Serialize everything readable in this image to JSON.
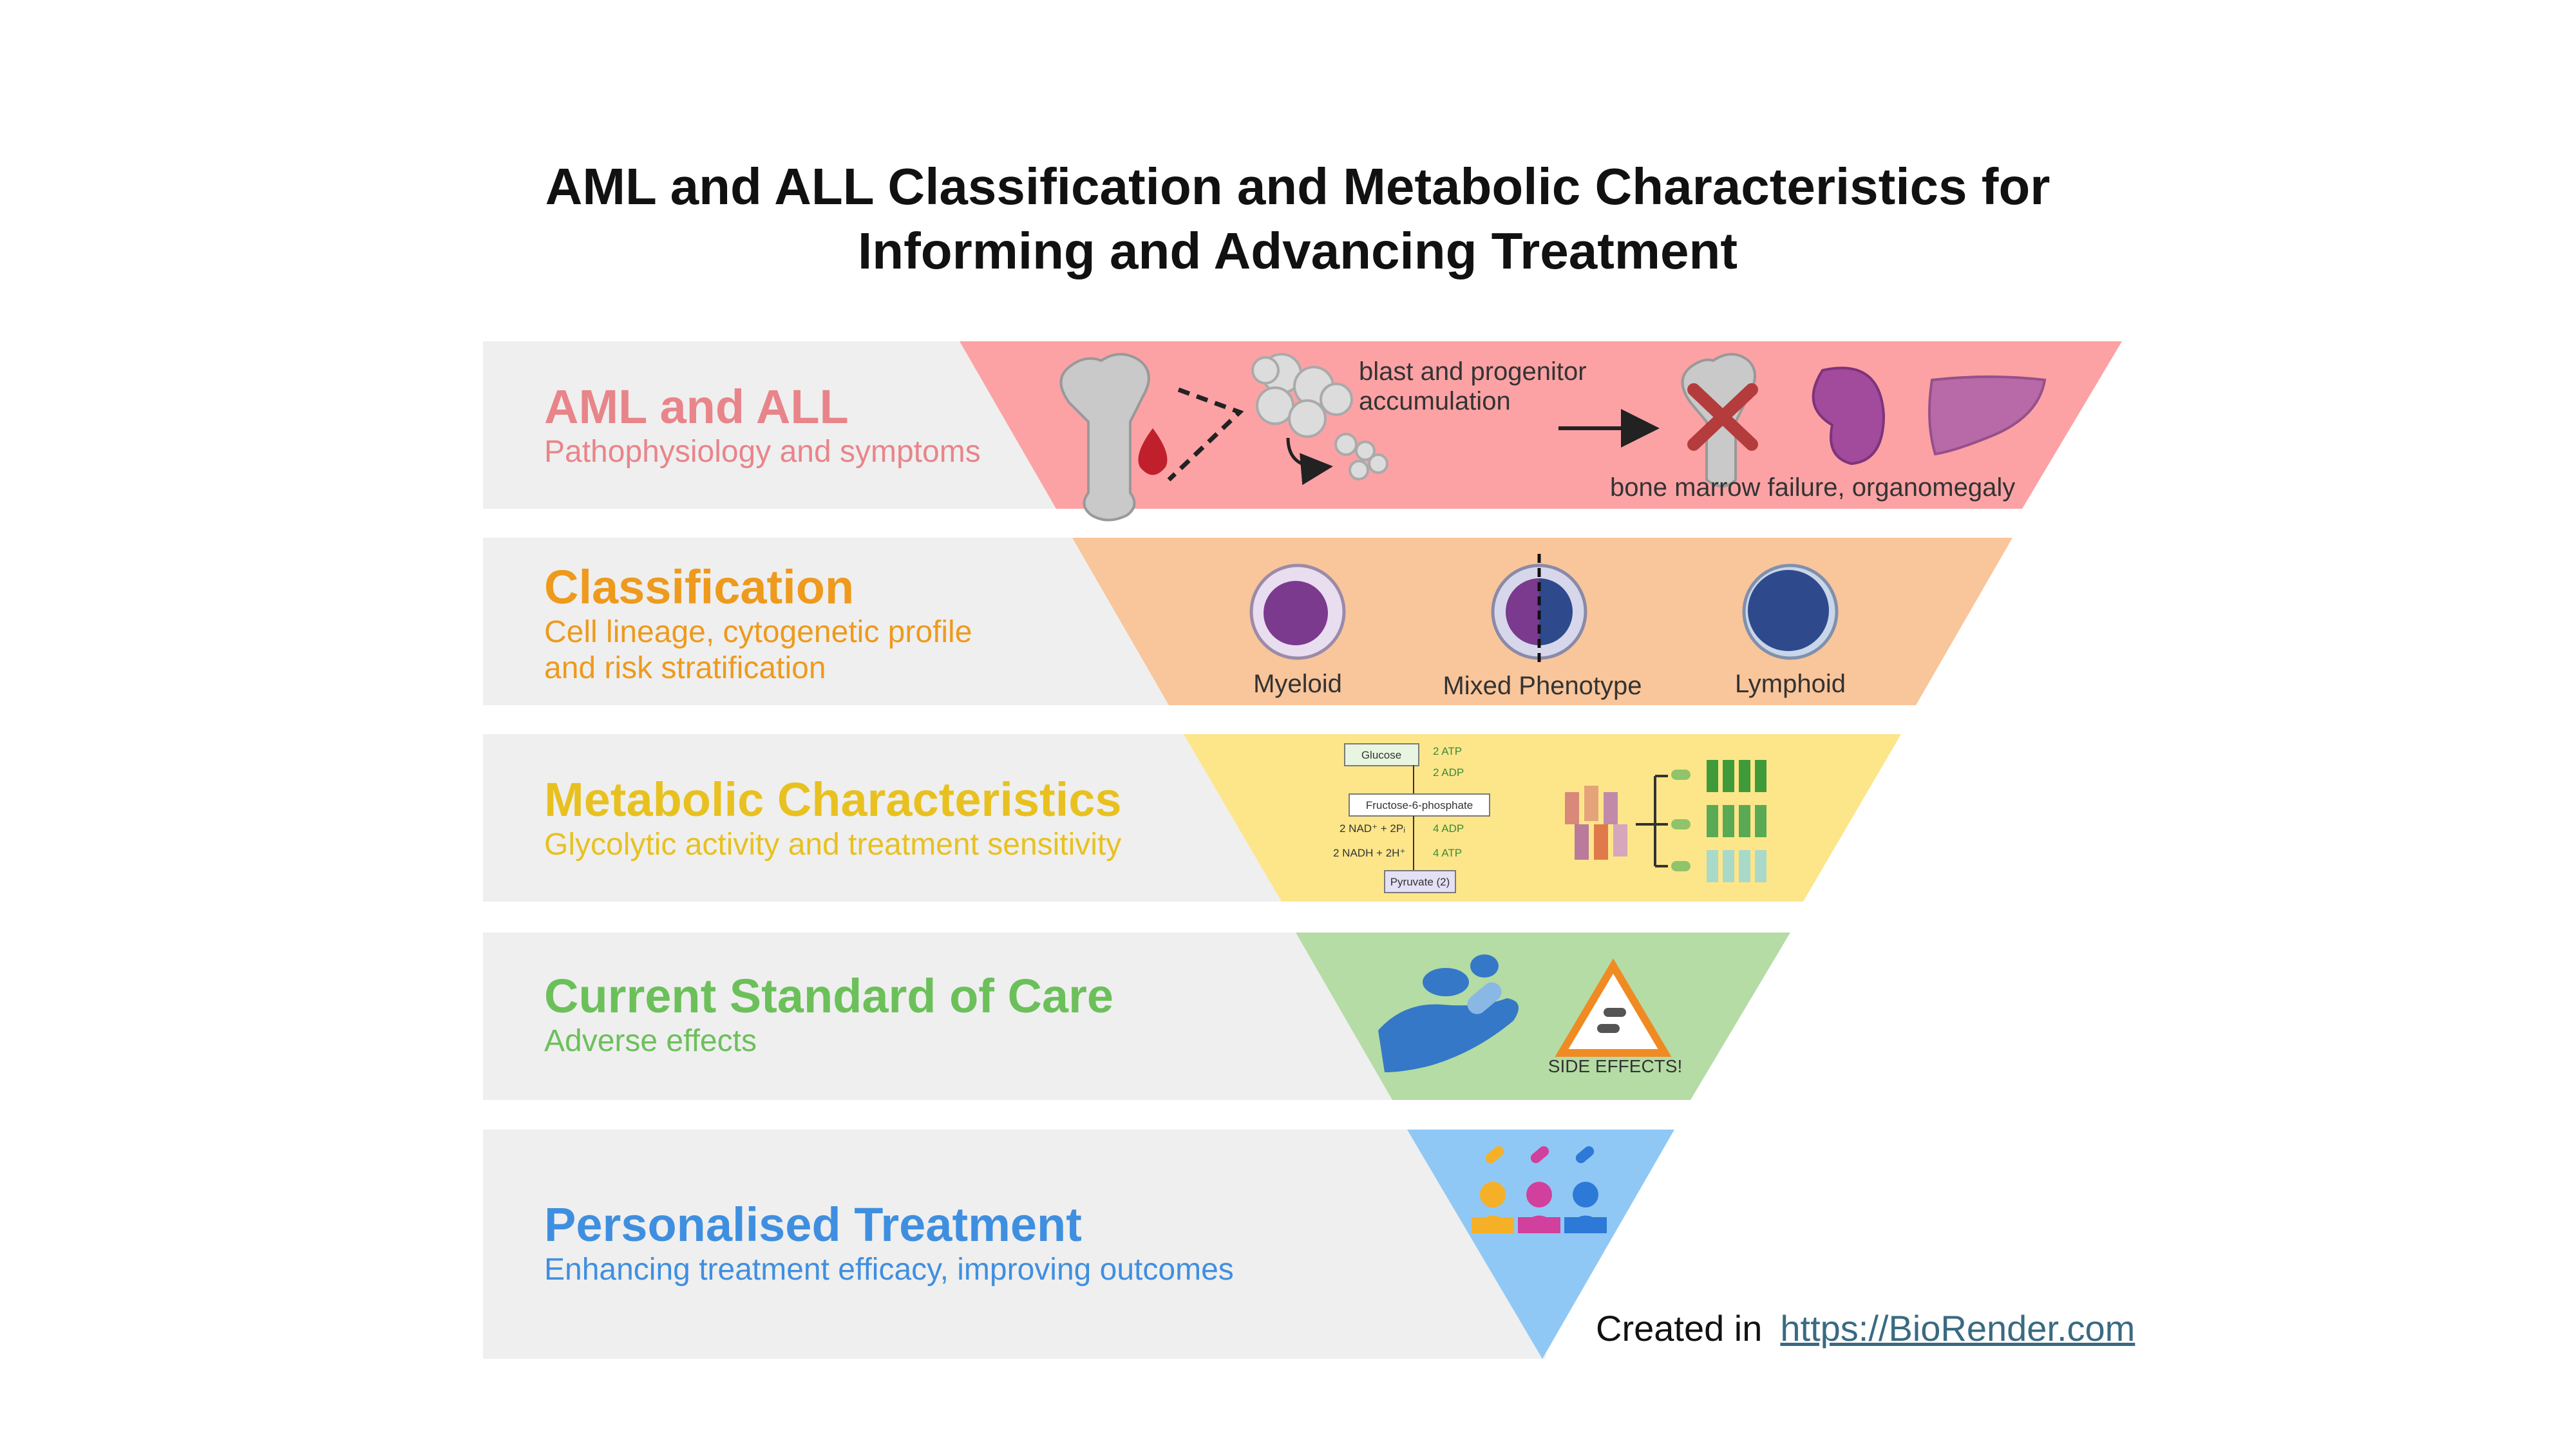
{
  "title": {
    "line1": "AML and ALL Classification and Metabolic Characteristics for",
    "line2": "Informing and Advancing Treatment"
  },
  "tiers": [
    {
      "heading": "AML and ALL",
      "sub1": "Pathophysiology and symptoms",
      "sub2": "",
      "color": "#e8858a",
      "fill": "#fca2a4"
    },
    {
      "heading": "Classification",
      "sub1": "Cell lineage, cytogenetic profile",
      "sub2": "and risk stratification",
      "color": "#ee9a1d",
      "fill": "#f9c59a"
    },
    {
      "heading": "Metabolic Characteristics",
      "sub1": "Glycolytic activity and treatment sensitivity",
      "sub2": "",
      "color": "#e8c120",
      "fill": "#fde68a"
    },
    {
      "heading": "Current Standard of Care",
      "sub1": "Adverse effects",
      "sub2": "",
      "color": "#6cc05a",
      "fill": "#b4dca4"
    },
    {
      "heading": "Personalised Treatment",
      "sub1": "Enhancing treatment efficacy, improving outcomes",
      "sub2": "",
      "color": "#3f8fe0",
      "fill": "#90c8f5"
    }
  ],
  "tier1_labels": {
    "blast": "blast and progenitor",
    "blast2": "accumulation",
    "failure": "bone marrow failure, organomegaly"
  },
  "tier2_labels": {
    "myeloid": "Myeloid",
    "mixed": "Mixed Phenotype",
    "lymphoid": "Lymphoid"
  },
  "tier3_labels": {
    "glucose": "Glucose",
    "atp_in": "2 ATP",
    "adp_out": "2 ADP",
    "f6p": "Fructose-6-phosphate",
    "nad": "2 NAD⁺ + 2Pᵢ",
    "nadh": "2 NADH + 2H⁺",
    "adp_in": "4 ADP",
    "atp_out": "4 ATP",
    "pyruvate": "Pyruvate (2)"
  },
  "tier4_labels": {
    "warning": "SIDE EFFECTS!"
  },
  "credit": {
    "prefix": "Created in",
    "link": "https://BioRender.com"
  }
}
